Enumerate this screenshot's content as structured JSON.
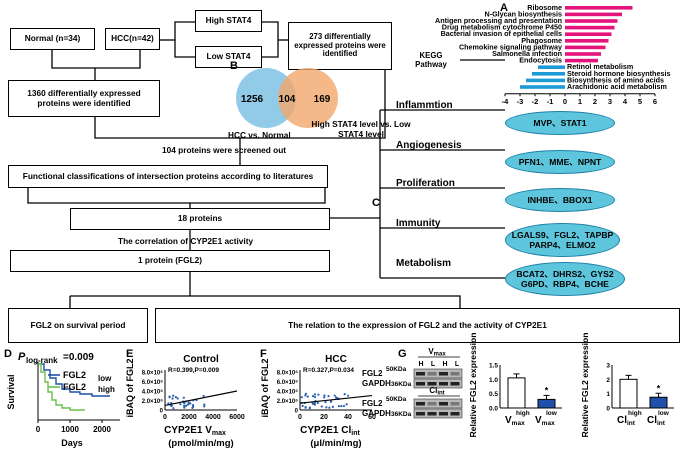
{
  "flow": {
    "normal": "Normal (n=34)",
    "hcc": "HCC(n=42)",
    "high_stat4": "High STAT4",
    "low_stat4": "Low STAT4",
    "stat4_result": "273 differentially expressed proteins were identified",
    "kegg": "KEGG Pathway",
    "dep_1360": "1360 differentially expressed proteins were identified",
    "screened": "104 proteins were screened out",
    "functional": "Functional classifications of intersection proteins according to literatures",
    "proteins_18": "18 proteins",
    "correlation": "The correlation  of  CYP2E1 activity",
    "fgl2_one": "1 protein (FGL2)",
    "survival_box": "FGL2 on survival period",
    "relation_box": "The relation to the expression of FGL2 and the activity of CYP2E1"
  },
  "panel_letters": {
    "a": "A",
    "b": "B",
    "c": "C",
    "d": "D",
    "e": "E",
    "f": "F",
    "g": "G"
  },
  "venn": {
    "left": "1256",
    "mid": "104",
    "right": "169",
    "left_label": "HCC vs. Normal",
    "right_label": "High STAT4 level vs. Low STAT4 level"
  },
  "kegg_chart": {
    "type": "bar",
    "orientation": "horizontal",
    "categories": [
      "Ribosome",
      "N-Glycan biosynthesis",
      "Antigen processing and presentation",
      "Drug metabolism cytochrome P450",
      "Bacterial invasion of epithelial cells",
      "Phagosome",
      "Chemokine signaling pathway",
      "Salmonella infection",
      "Endocytosis",
      "Retinol metabolism",
      "Steroid hormone biosynthesis",
      "Biosynthesis of amino acids",
      "Arachidonic acid metabolism"
    ],
    "values": [
      4.5,
      3.8,
      3.5,
      3.3,
      3.1,
      2.9,
      2.7,
      2.4,
      2.2,
      -1.8,
      -2.2,
      -2.6,
      -3.0
    ],
    "ticks": [
      "-4",
      "-3",
      "-2",
      "-1",
      "0",
      "1",
      "2",
      "3",
      "4",
      "5",
      "6"
    ],
    "xlim": [
      -4,
      6
    ],
    "pos_color": "#e5147a",
    "neg_color": "#1e9ad6"
  },
  "categories": [
    {
      "name": "Inflammtion",
      "proteins": [
        "MVP、STAT1"
      ]
    },
    {
      "name": "Angiogenesis",
      "proteins": [
        "PFN1、MME、NPNT"
      ]
    },
    {
      "name": "Proliferation",
      "proteins": [
        "INHBE、BBOX1"
      ]
    },
    {
      "name": "Immunity",
      "proteins": [
        "LGALS9、FGL2、TAPBP",
        "PARP4、ELMO2"
      ]
    },
    {
      "name": "Metabolism",
      "proteins": [
        "BCAT2、DHRS2、GYS2",
        "G6PD、RBP4、BCHE"
      ]
    }
  ],
  "survival": {
    "p_prefix": "P",
    "p_label": "log-rank",
    "p_value": "=0.009",
    "ylabel": "Survival",
    "xlabel": "Days",
    "xticks": [
      "0",
      "1000",
      "2000"
    ],
    "legend_name": "FGL2",
    "legend_low": "low",
    "legend_high": "high",
    "low_color": "#1f4fa8",
    "high_color": "#6cc04a"
  },
  "control_plot": {
    "title": "Control",
    "stat": "R=0.399,P=0.009",
    "ylabel": "iBAQ of FGL2",
    "yticks": [
      "8.0×10⁶",
      "6.0×10⁶",
      "4.0×10⁶",
      "2.0×10⁶",
      "0"
    ],
    "xticks": [
      "0",
      "2000",
      "4000",
      "6000"
    ],
    "xlabel_main": "CYP2E1 V",
    "xlabel_sub": "max",
    "xlabel_unit": "(pmol/min/mg)"
  },
  "hcc_plot": {
    "title": "HCC",
    "stat": "R=0.327,P=0.034",
    "ylabel": "iBAQ of FGL2",
    "yticks": [
      "8.0×10⁶",
      "6.0×10⁶",
      "4.0×10⁶",
      "2.0×10⁶",
      "0"
    ],
    "xticks": [
      "0",
      "20",
      "40",
      "60"
    ],
    "xlabel_main": "CYP2E1 Cl",
    "xlabel_sub": "int",
    "xlabel_unit": "(μl/min/mg)"
  },
  "western": {
    "vmax_header": "V",
    "vmax_sub": "max",
    "clint_header": "Cl",
    "clint_sub": "int",
    "row1": "FGL2",
    "row2": "GAPDH",
    "kda1": "50KDa",
    "kda2": "36KDa",
    "lanes": [
      "H",
      "L",
      "H",
      "L"
    ],
    "bar_ylabel": "Relative FGL2 expression",
    "bar1_high_main": "V",
    "bar1_high_sub": "max",
    "bar1_high_sup": "high",
    "bar1_low_main": "V",
    "bar1_low_sub": "max",
    "bar1_low_sup": "low",
    "bar2_high_main": "Cl",
    "bar2_high_sub": "int",
    "bar2_high_sup": "high",
    "bar2_low_main": "Cl",
    "bar2_low_sub": "int",
    "bar2_low_sup": "low",
    "star": "*",
    "high_color": "#ffffff",
    "low_color": "#1f4fa8"
  },
  "chart_data": [
    {
      "type": "bar",
      "title": "",
      "ylabel": "Relative FGL2 expression",
      "ylim": [
        0,
        1.5
      ],
      "yticks": [
        "0.0",
        "0.5",
        "1.0",
        "1.5"
      ],
      "categories": [
        "Vmax high",
        "Vmax low"
      ],
      "values": [
        1.05,
        0.3
      ]
    },
    {
      "type": "bar",
      "title": "",
      "ylabel": "Relative FGL2 expression",
      "ylim": [
        0,
        3
      ],
      "yticks": [
        "0",
        "1",
        "2",
        "3"
      ],
      "categories": [
        "Clint high",
        "Clint low"
      ],
      "values": [
        2.0,
        0.75
      ]
    }
  ]
}
